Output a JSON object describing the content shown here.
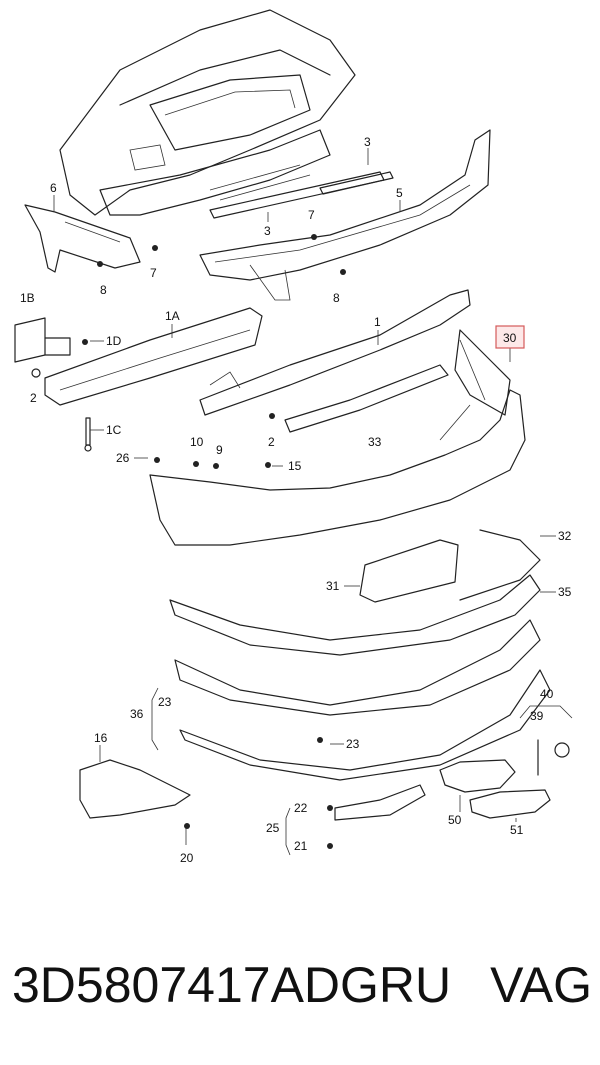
{
  "highlight_color": "#d45a5a",
  "caption": {
    "part_number": "3D5807417ADGRU",
    "brand": "VAG"
  },
  "callouts": {
    "c1": "1",
    "c1a": "1A",
    "c1b": "1B",
    "c1c": "1C",
    "c1d": "1D",
    "c2a": "2",
    "c2b": "2",
    "c3a": "3",
    "c3b": "3",
    "c5": "5",
    "c6": "6",
    "c7a": "7",
    "c7b": "7",
    "c8a": "8",
    "c8b": "8",
    "c9": "9",
    "c10": "10",
    "c15": "15",
    "c16": "16",
    "c20": "20",
    "c21": "21",
    "c22": "22",
    "c23a": "23",
    "c23b": "23",
    "c25": "25",
    "c26": "26",
    "c30": "30",
    "c31": "31",
    "c32": "32",
    "c33": "33",
    "c35": "35",
    "c36": "36",
    "c39": "39",
    "c40": "40",
    "c50": "50",
    "c51": "51"
  }
}
